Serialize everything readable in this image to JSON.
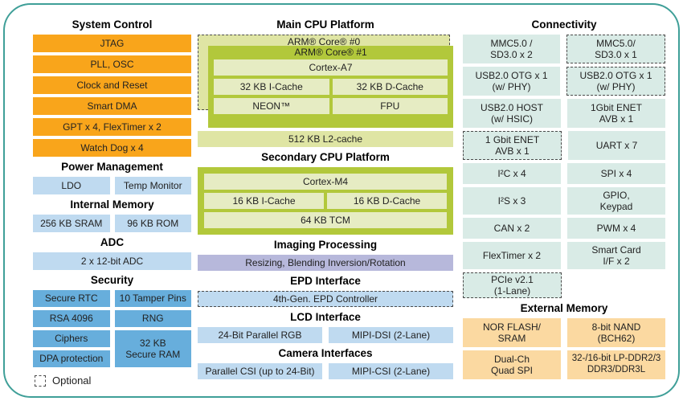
{
  "colors": {
    "orange": "#F9A51B",
    "light_blue": "#BFDAF0",
    "medium_blue": "#67AEDC",
    "green": "#B2C83B",
    "light_green": "#E6ECC3",
    "pale_green": "#DFE5A4",
    "purple": "#B7B8DB",
    "teal_block": "#D9EBE6",
    "light_orange": "#FBD9A1",
    "border_teal": "#3F9F98"
  },
  "legend": {
    "optional_label": "Optional"
  },
  "left": {
    "system_control": {
      "title": "System Control",
      "items": [
        "JTAG",
        "PLL, OSC",
        "Clock and Reset",
        "Smart DMA",
        "GPT x 4, FlexTimer x 2",
        "Watch Dog x 4"
      ]
    },
    "power_management": {
      "title": "Power Management",
      "items": [
        "LDO",
        "Temp Monitor"
      ]
    },
    "internal_memory": {
      "title": "Internal Memory",
      "items": [
        "256 KB SRAM",
        "96 KB ROM"
      ]
    },
    "adc": {
      "title": "ADC",
      "items": [
        "2 x 12-bit ADC"
      ]
    },
    "security": {
      "title": "Security",
      "items": [
        "Secure RTC",
        "10 Tamper Pins",
        "RSA 4096",
        "RNG",
        "Ciphers",
        "32 KB\nSecure RAM",
        "DPA protection"
      ]
    }
  },
  "main_cpu": {
    "title": "Main CPU Platform",
    "core0": "ARM® Core® #0",
    "core1": "ARM® Core® #1",
    "cortex": "Cortex-A7",
    "icache": "32 KB I-Cache",
    "dcache": "32 KB D-Cache",
    "neon": "NEON™",
    "fpu": "FPU",
    "l2": "512 KB L2-cache"
  },
  "secondary_cpu": {
    "title": "Secondary CPU Platform",
    "cortex": "Cortex-M4",
    "icache": "16 KB I-Cache",
    "dcache": "16 KB D-Cache",
    "tcm": "64 KB TCM"
  },
  "imaging": {
    "title": "Imaging Processing",
    "block": "Resizing, Blending Inversion/Rotation"
  },
  "epd": {
    "title": "EPD Interface",
    "block": "4th-Gen. EPD Controller",
    "optional": true
  },
  "lcd": {
    "title": "LCD Interface",
    "items": [
      "24-Bit Parallel RGB",
      "MIPI-DSI (2-Lane)"
    ]
  },
  "camera": {
    "title": "Camera Interfaces",
    "items": [
      "Parallel CSI (up to 24-Bit)",
      "MIPI-CSI (2-Lane)"
    ]
  },
  "connectivity": {
    "title": "Connectivity",
    "rows": [
      {
        "left": {
          "label": "MMC5.0 /\nSD3.0 x 2",
          "optional": false
        },
        "right": {
          "label": "MMC5.0/\nSD3.0 x 1",
          "optional": true
        }
      },
      {
        "left": {
          "label": "USB2.0 OTG x 1\n(w/ PHY)",
          "optional": false
        },
        "right": {
          "label": "USB2.0 OTG x 1\n(w/ PHY)",
          "optional": true
        }
      },
      {
        "left": {
          "label": "USB2.0 HOST\n(w/ HSIC)",
          "optional": false
        },
        "right": {
          "label": "1Gbit ENET\nAVB x 1",
          "optional": false
        }
      },
      {
        "left": {
          "label": "1 Gbit ENET\nAVB x 1",
          "optional": true
        },
        "right": {
          "label": "UART x 7",
          "optional": false
        }
      },
      {
        "left": {
          "label": "I²C x 4",
          "optional": false
        },
        "right": {
          "label": "SPI x 4",
          "optional": false
        }
      },
      {
        "left": {
          "label": "I²S x 3",
          "optional": false
        },
        "right": {
          "label": "GPIO,\nKeypad",
          "optional": false
        }
      },
      {
        "left": {
          "label": "CAN x 2",
          "optional": false
        },
        "right": {
          "label": "PWM x 4",
          "optional": false
        }
      },
      {
        "left": {
          "label": "FlexTimer x 2",
          "optional": false
        },
        "right": {
          "label": "Smart Card\nI/F x 2",
          "optional": false
        }
      },
      {
        "left": {
          "label": "PCIe v2.1\n(1-Lane)",
          "optional": true
        },
        "right": null
      }
    ]
  },
  "external_memory": {
    "title": "External Memory",
    "rows": [
      {
        "left": "NOR FLASH/\nSRAM",
        "right": "8-bit NAND\n(BCH62)"
      },
      {
        "left": "Dual-Ch\nQuad SPI",
        "right": "32-/16-bit LP-DDR2/3\nDDR3/DDR3L"
      }
    ]
  }
}
